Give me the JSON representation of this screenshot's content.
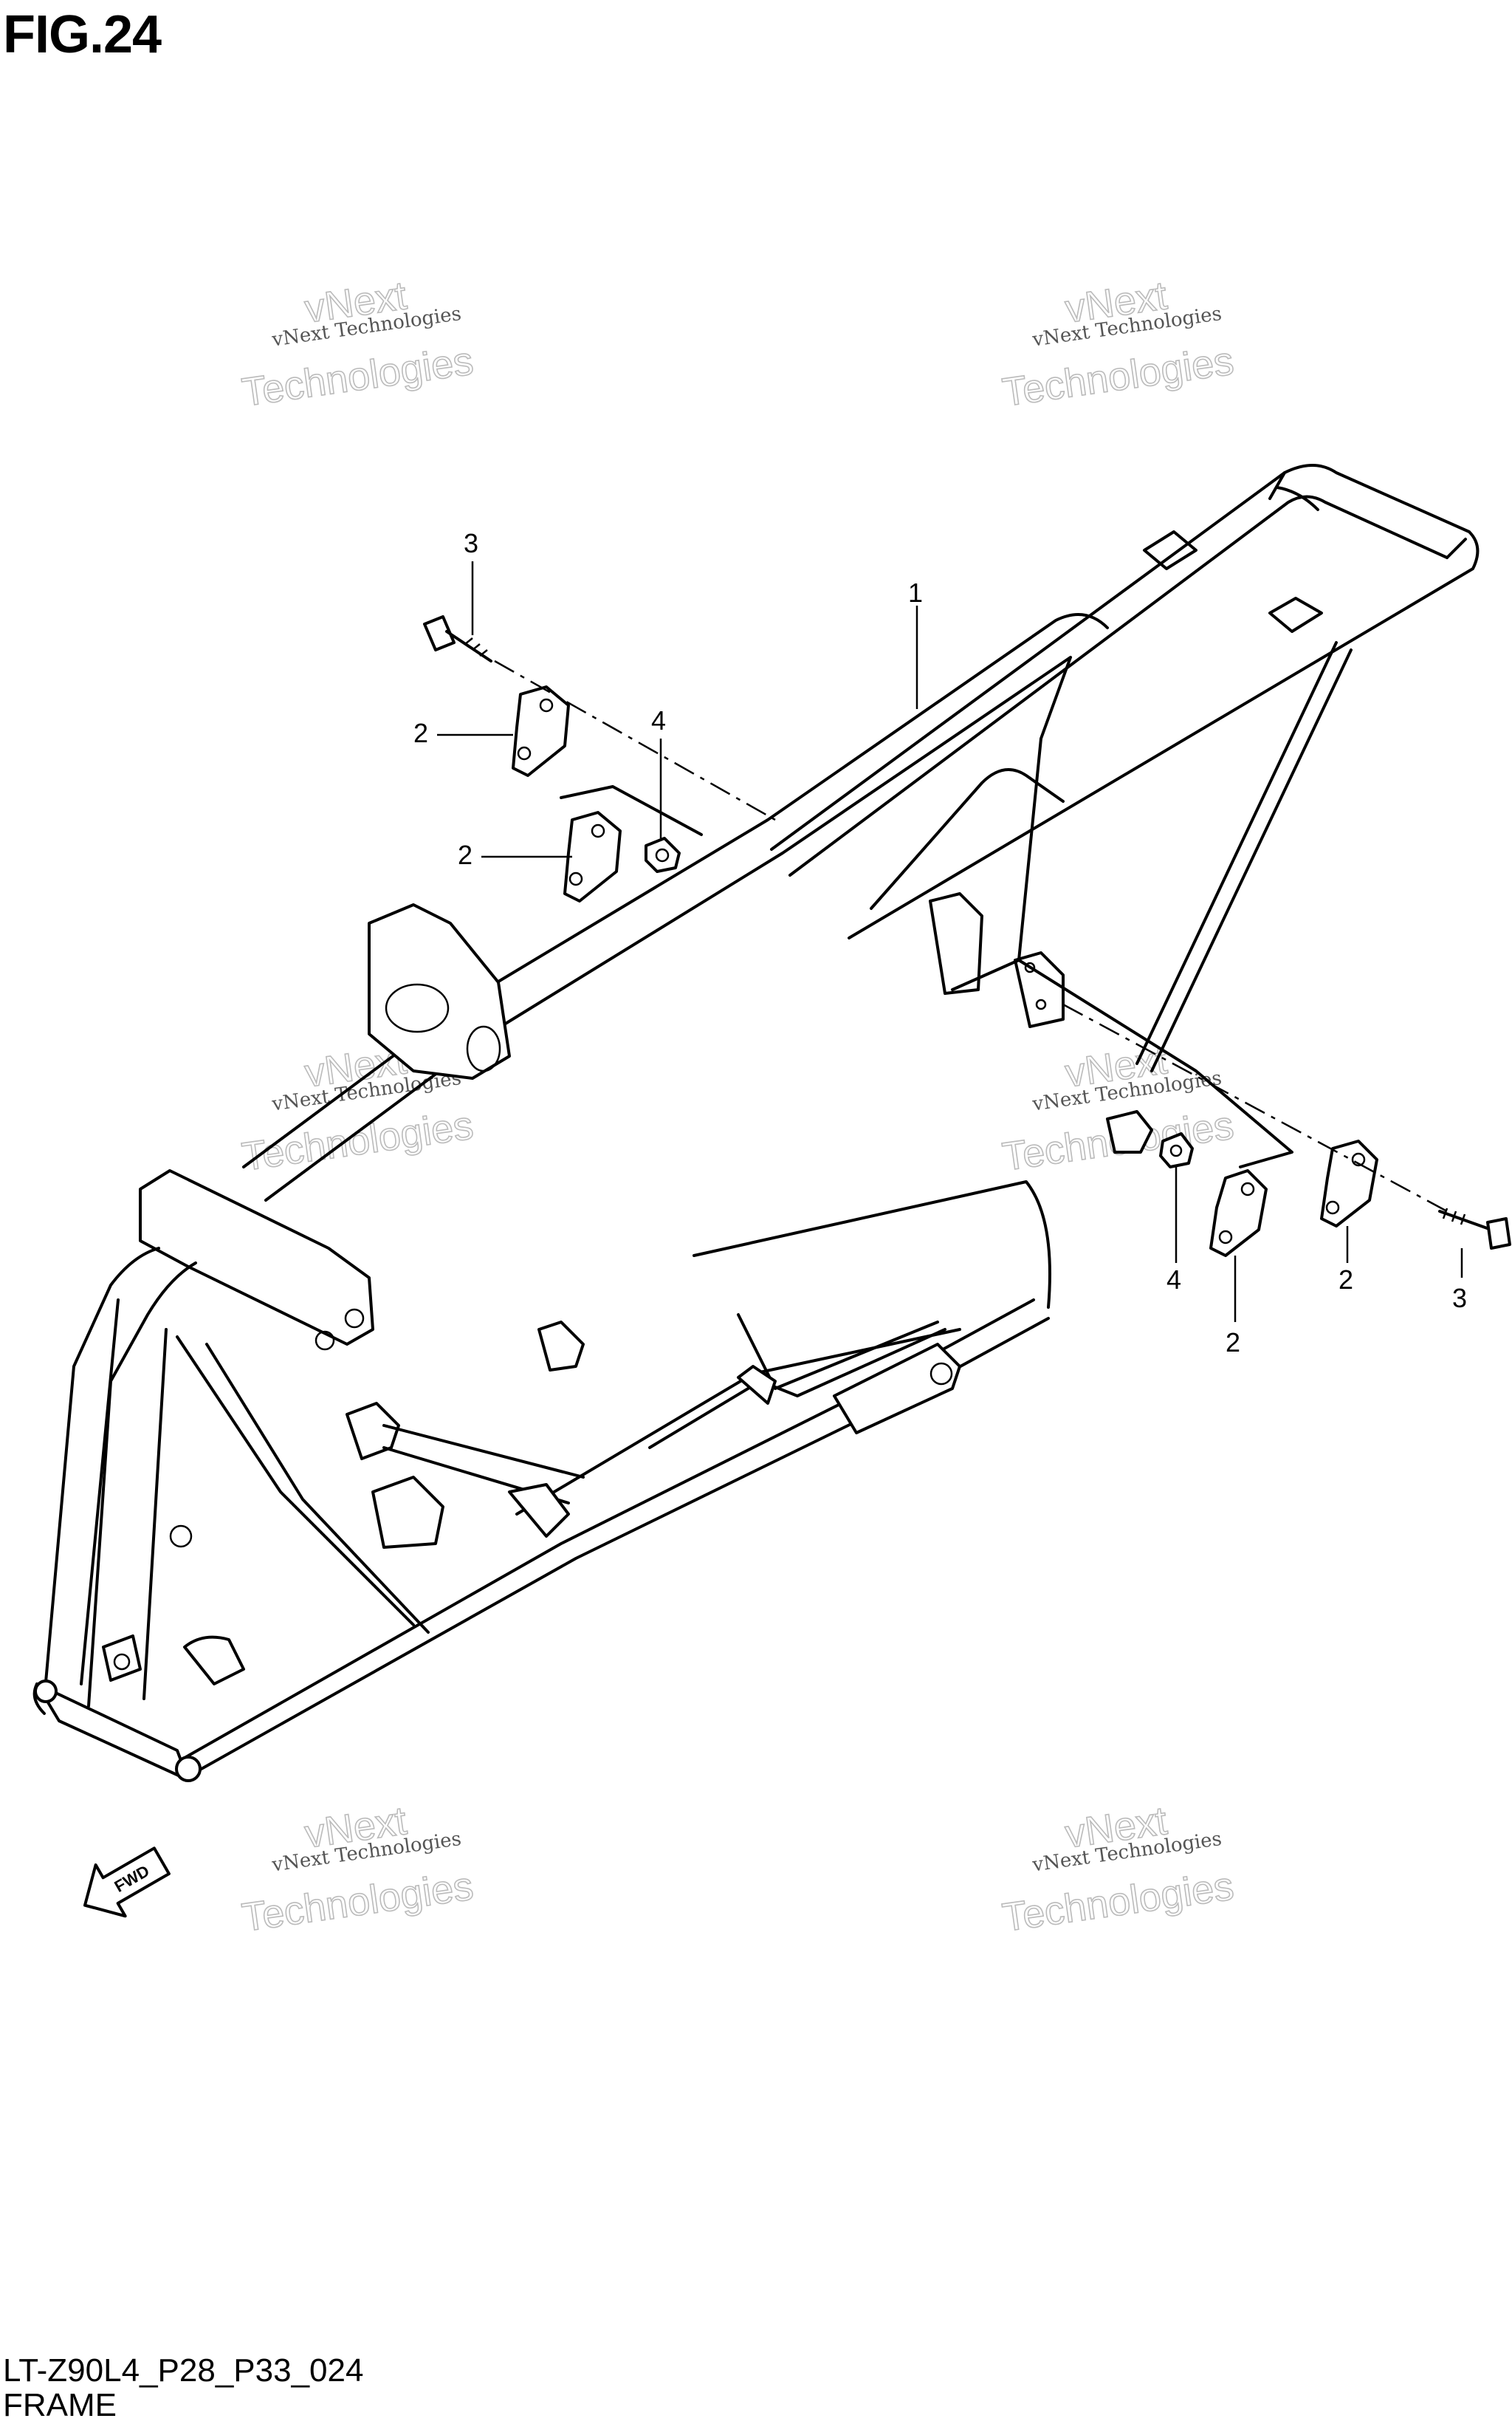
{
  "figure": {
    "title": "FIG.24",
    "code": "LT-Z90L4_P28_P33_024",
    "name": "FRAME"
  },
  "callouts": [
    {
      "id": "c1",
      "label": "1"
    },
    {
      "id": "c2a",
      "label": "2"
    },
    {
      "id": "c2b",
      "label": "2"
    },
    {
      "id": "c3a",
      "label": "3"
    },
    {
      "id": "c4a",
      "label": "4"
    },
    {
      "id": "c4b",
      "label": "4"
    },
    {
      "id": "c2c",
      "label": "2"
    },
    {
      "id": "c2d",
      "label": "2"
    },
    {
      "id": "c3b",
      "label": "3"
    }
  ],
  "watermark": {
    "line1": "vNext Technologies",
    "line2": "vNext",
    "line3": "Technologies"
  },
  "fwd_arrow": {
    "label": "FWD",
    "icon": "fwd-arrow-icon"
  }
}
